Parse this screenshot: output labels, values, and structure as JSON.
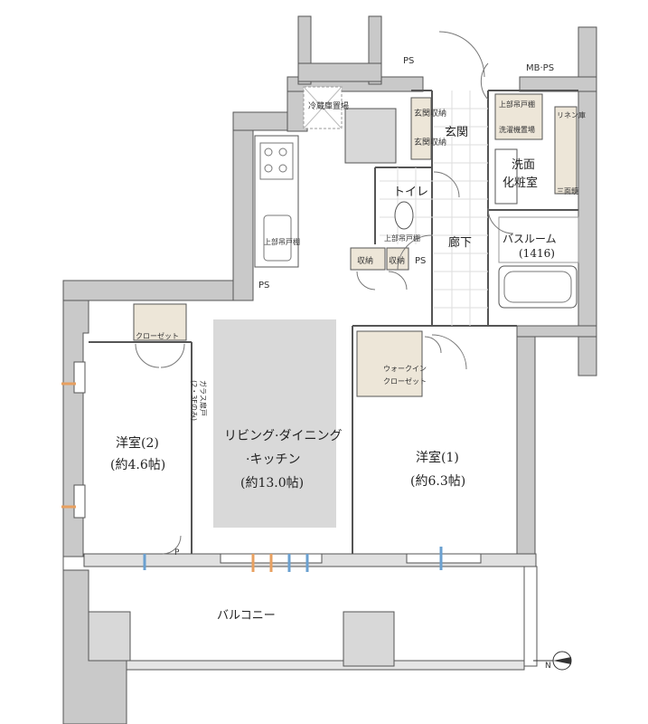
{
  "labels": {
    "ps_top": "PS",
    "mb_ps": "MB·PS",
    "fridge": "冷蔵庫置場",
    "storage_entrance_1": "玄関収納",
    "storage_entrance_2": "玄関収納",
    "entrance": "玄関",
    "upper_shelf_wash": "上部吊戸棚",
    "washer": "洗濯機置場",
    "linen": "リネン庫",
    "washroom_line1": "洗面",
    "washroom_line2": "化粧室",
    "dryer": "三面鏡",
    "toilet": "トイレ",
    "upper_shelf_toilet": "上部吊戸棚",
    "upper_shelf_kitchen": "上部吊戸棚",
    "bath_line1": "バスルーム",
    "bath_line2": "(1416)",
    "corridor": "廊下",
    "storage_a": "収納",
    "storage_b": "収納",
    "ps_mid": "PS",
    "ps_left": "PS",
    "closet": "クローゼット",
    "glass_door_line1": "ガラス扉戸",
    "glass_door_line2": "(2・3Fのみ)",
    "walkin_line1": "ウォークイン",
    "walkin_line2": "クローゼット",
    "western2_name": "洋室(2)",
    "western2_size": "(約4.6帖)",
    "ldk_line1": "リビング·ダイニング",
    "ldk_line2": "·キッチン",
    "ldk_size": "(約13.0帖)",
    "western1_name": "洋室(1)",
    "western1_size": "(約6.3帖)",
    "p_mark": "P",
    "balcony": "バルコニー",
    "north": "N"
  },
  "colors": {
    "wall": "#c9c9c9",
    "wall_line": "#555555",
    "ldk_highlight": "#d9d9d9",
    "storage_fill": "#ede6d8",
    "tile_line": "#dddddd",
    "column_fill": "#d8d8d8"
  }
}
